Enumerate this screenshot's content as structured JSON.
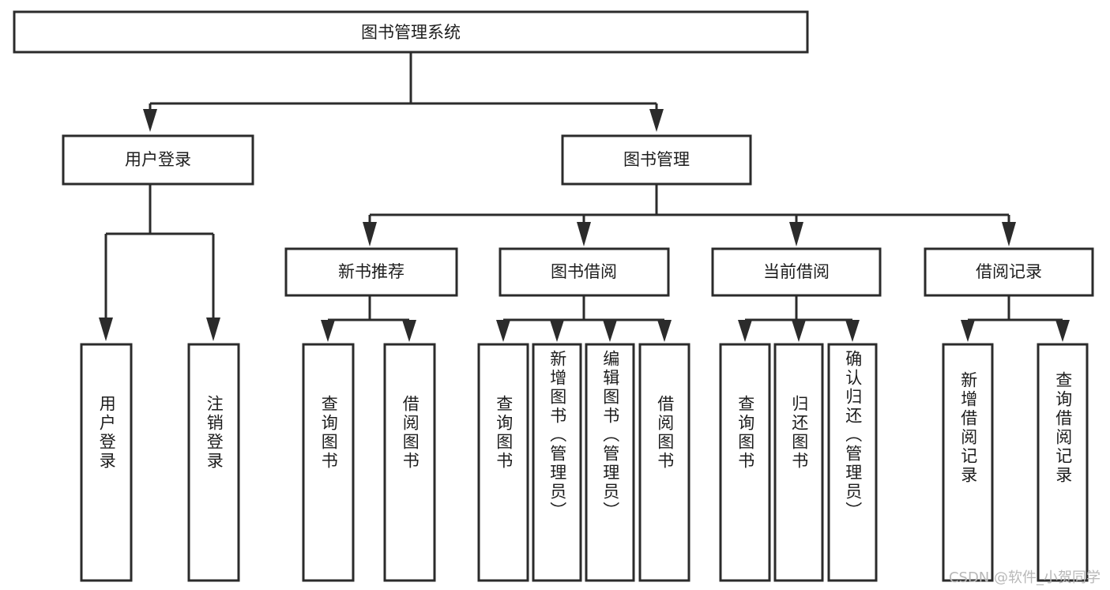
{
  "diagram": {
    "title": "图书管理系统",
    "type": "tree-hierarchy",
    "watermark": "CSDN @软件_小贺同学",
    "root": {
      "id": "root",
      "label": "图书管理系统"
    },
    "level2": [
      {
        "id": "user-login",
        "label": "用户登录"
      },
      {
        "id": "book-manage",
        "label": "图书管理"
      }
    ],
    "level3": [
      {
        "id": "new-book-recommend",
        "label": "新书推荐",
        "parent": "book-manage"
      },
      {
        "id": "book-borrow",
        "label": "图书借阅",
        "parent": "book-manage"
      },
      {
        "id": "current-borrow",
        "label": "当前借阅",
        "parent": "book-manage"
      },
      {
        "id": "borrow-record",
        "label": "借阅记录",
        "parent": "book-manage"
      }
    ],
    "leaves": {
      "user-login": [
        {
          "id": "leaf-user-login",
          "label": "用户登录"
        },
        {
          "id": "leaf-user-logout",
          "label": "注销登录"
        }
      ],
      "new-book-recommend": [
        {
          "id": "leaf-query-book-1",
          "label": "查询图书"
        },
        {
          "id": "leaf-borrow-book-1",
          "label": "借阅图书"
        }
      ],
      "book-borrow": [
        {
          "id": "leaf-query-book-2",
          "label": "查询图书"
        },
        {
          "id": "leaf-add-book",
          "label": "新增图书（管理员）"
        },
        {
          "id": "leaf-edit-book",
          "label": "编辑图书（管理员）"
        },
        {
          "id": "leaf-borrow-book-2",
          "label": "借阅图书"
        }
      ],
      "current-borrow": [
        {
          "id": "leaf-query-book-3",
          "label": "查询图书"
        },
        {
          "id": "leaf-return-book",
          "label": "归还图书"
        },
        {
          "id": "leaf-confirm-return",
          "label": "确认归还（管理员）"
        }
      ],
      "borrow-record": [
        {
          "id": "leaf-add-record",
          "label": "新增借阅记录"
        },
        {
          "id": "leaf-query-record",
          "label": "查询借阅记录"
        }
      ]
    },
    "colors": {
      "stroke": "#2b2b2b",
      "fill": "#ffffff",
      "text": "#1d1d1d",
      "watermark": "#b8b8b8",
      "background": "#ffffff"
    }
  }
}
